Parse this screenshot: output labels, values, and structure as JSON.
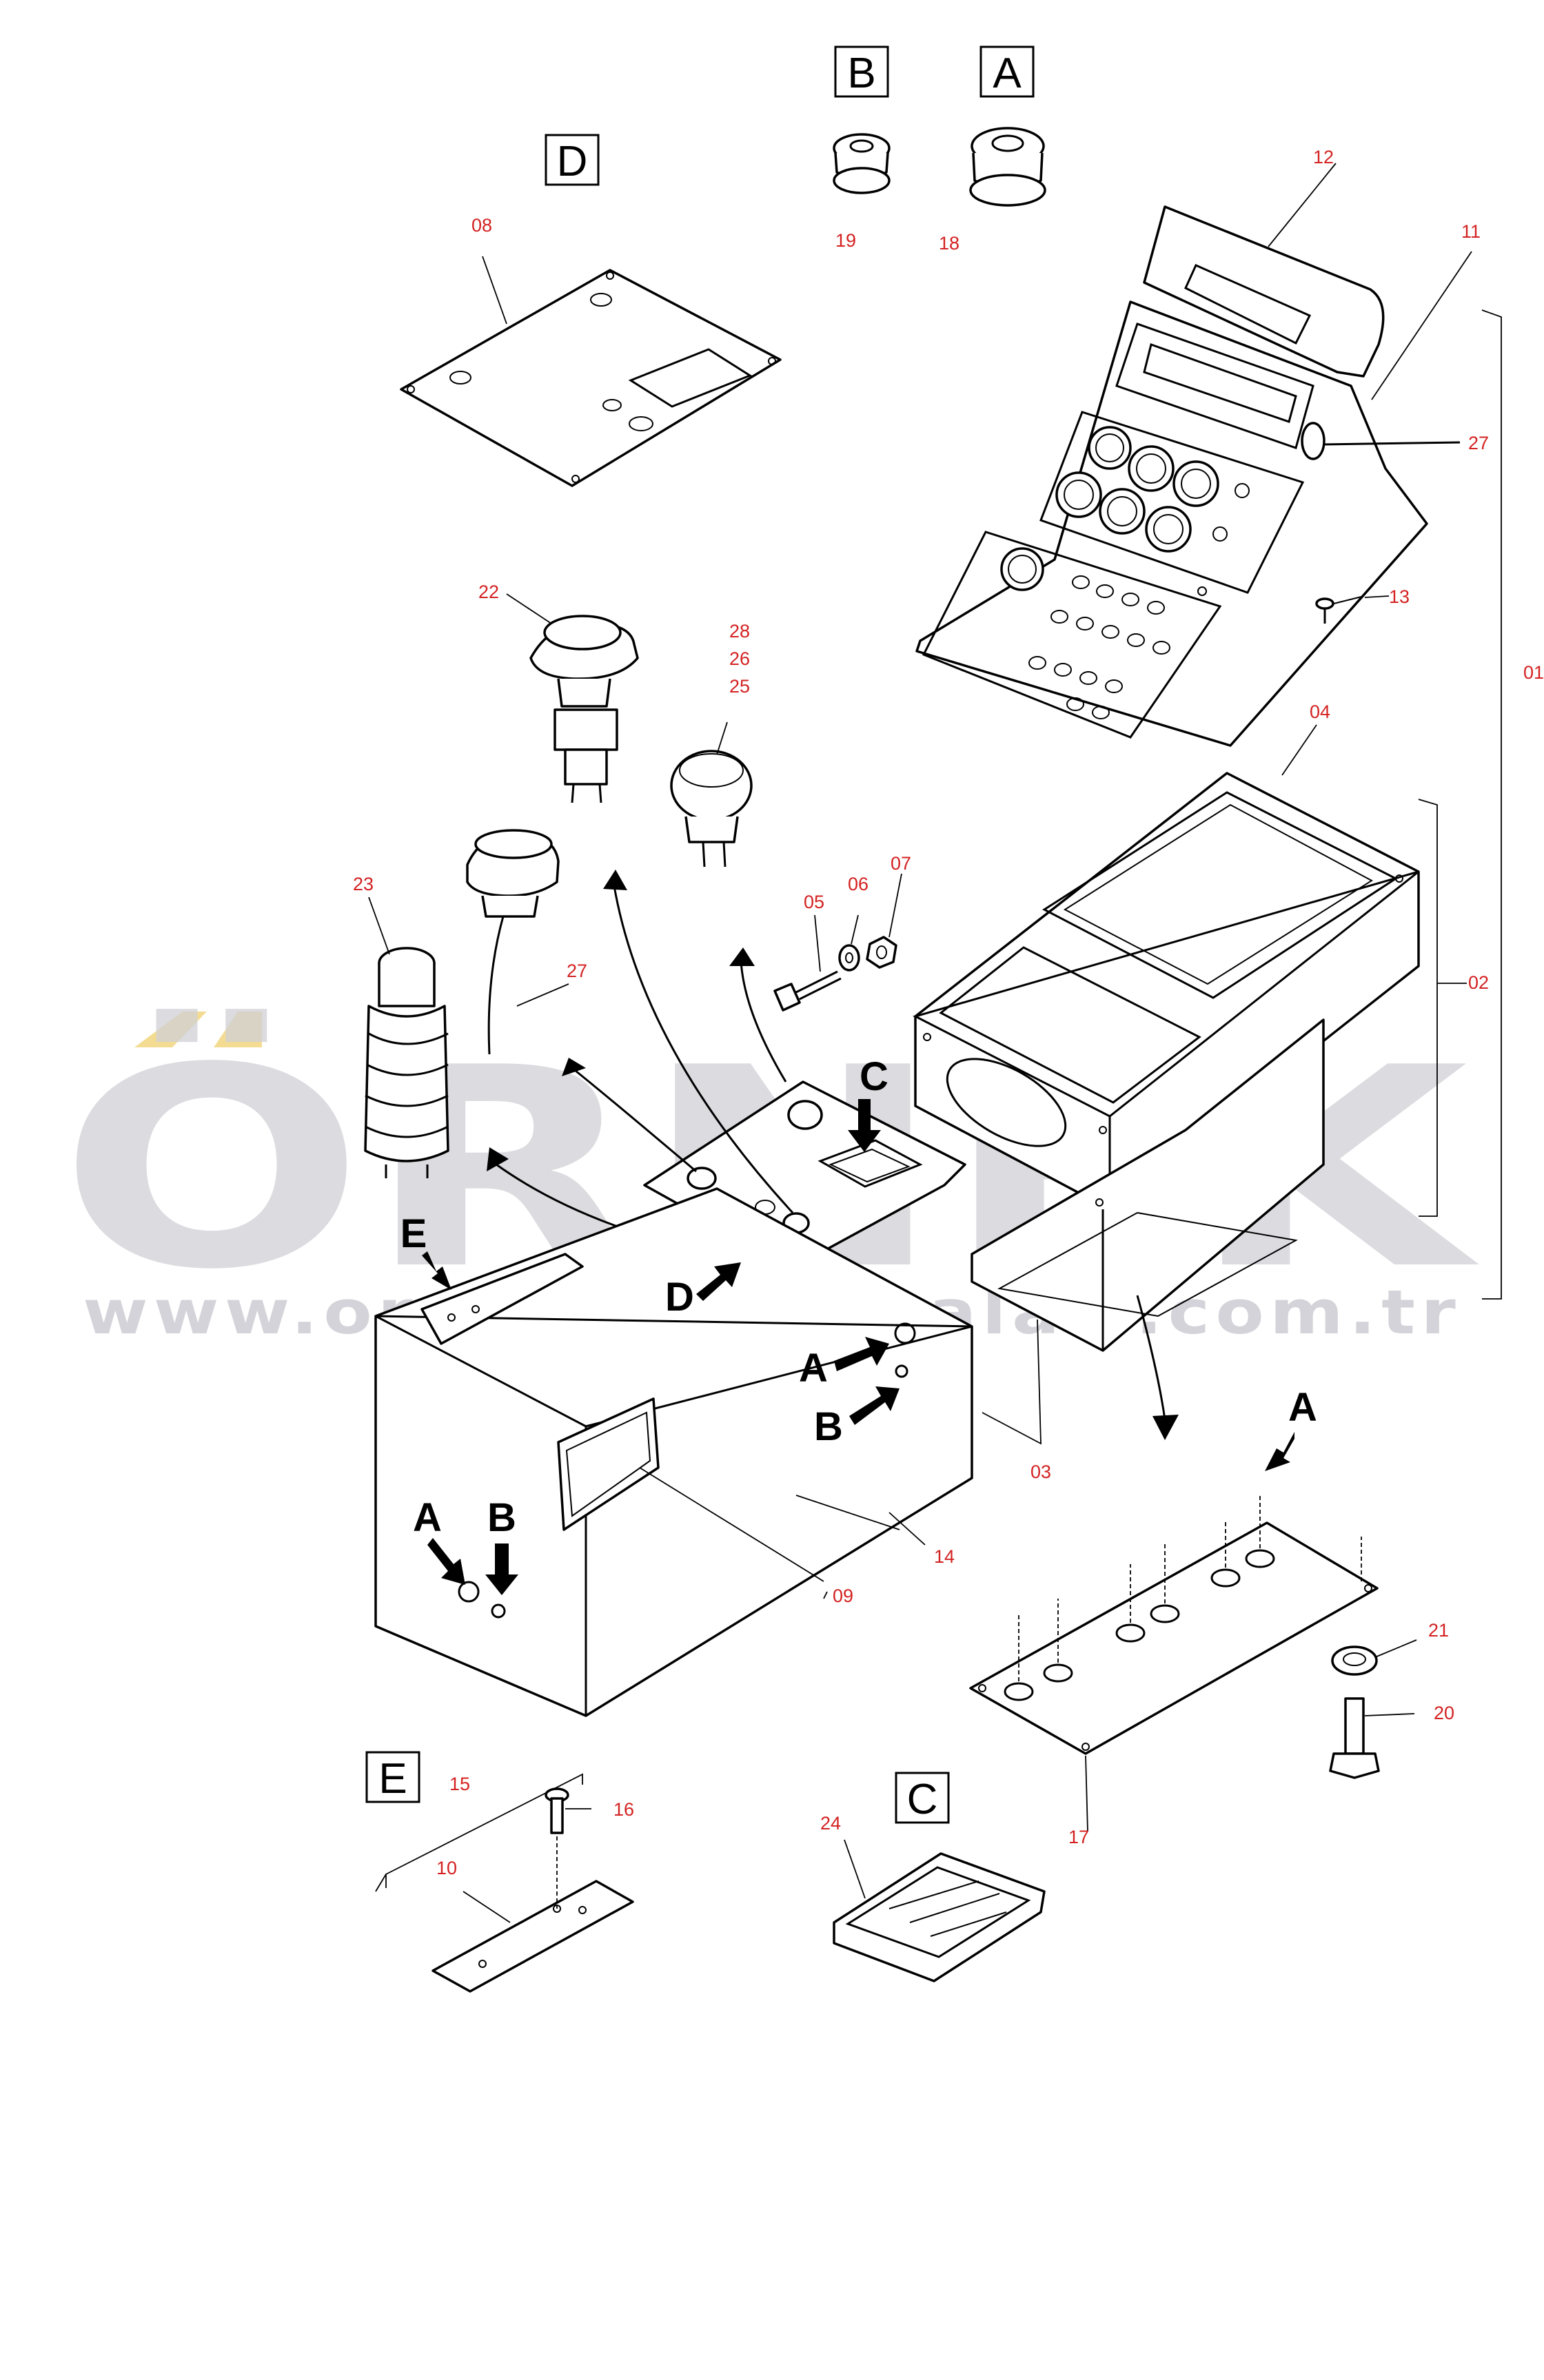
{
  "watermark": {
    "brand": "ÖRNEK",
    "url": "www.ornekismakinalari.com.tr"
  },
  "view_boxes": [
    "B",
    "A",
    "D",
    "E",
    "C"
  ],
  "detail_arrows": [
    "A",
    "B",
    "A",
    "B",
    "A",
    "C",
    "D",
    "E"
  ],
  "callouts": [
    "01",
    "02",
    "03",
    "04",
    "05",
    "06",
    "07",
    "08",
    "09",
    "10",
    "11",
    "12",
    "13",
    "14",
    "15",
    "16",
    "17",
    "18",
    "19",
    "20",
    "21",
    "22",
    "23",
    "24",
    "25",
    "26",
    "27",
    "27",
    "28"
  ],
  "colors": {
    "callout": "#d42222",
    "lines": "#000000",
    "watermark": "#d0d0d6",
    "accent": "#f3dc92"
  }
}
